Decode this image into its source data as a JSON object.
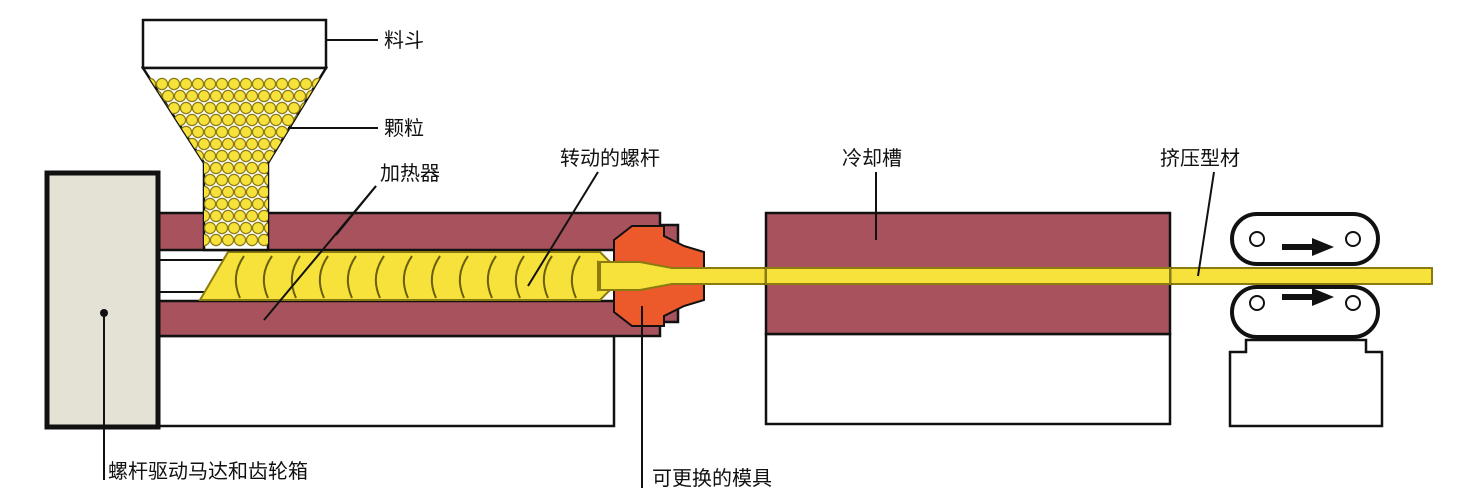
{
  "labels": {
    "hopper": "料斗",
    "granules": "颗粒",
    "heater": "加热器",
    "rotating_screw": "转动的螺杆",
    "cooling_tank": "冷却槽",
    "extruded_profile": "挤压型材",
    "drive_motor_gearbox": "螺杆驱动马达和齿轮箱",
    "replaceable_die": "可更换的模具"
  },
  "colors": {
    "barrel": "#a8525e",
    "material": "#f6e23a",
    "material_outline": "#8a7a10",
    "die": "#ec5a2c",
    "motor_box": "#e4e2d4",
    "outline": "#111111"
  }
}
